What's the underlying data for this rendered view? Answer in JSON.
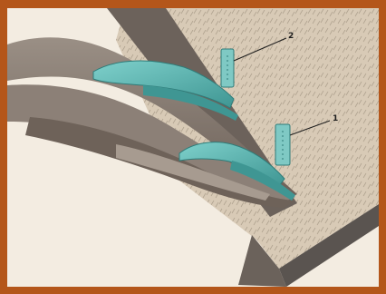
{
  "illustration": {
    "callouts": [
      {
        "id": "callout-1",
        "label": "1"
      },
      {
        "id": "callout-2",
        "label": "2"
      }
    ],
    "colors": {
      "frame": "#b4561a",
      "background": "#f3ece1",
      "board_top": "#d9ccba",
      "board_side": "#5a5450",
      "strip_dark": "#6b5f57",
      "strip_light": "#9a8c80",
      "teal": "#5fb3b0",
      "teal_dark": "#2f7c79"
    }
  }
}
